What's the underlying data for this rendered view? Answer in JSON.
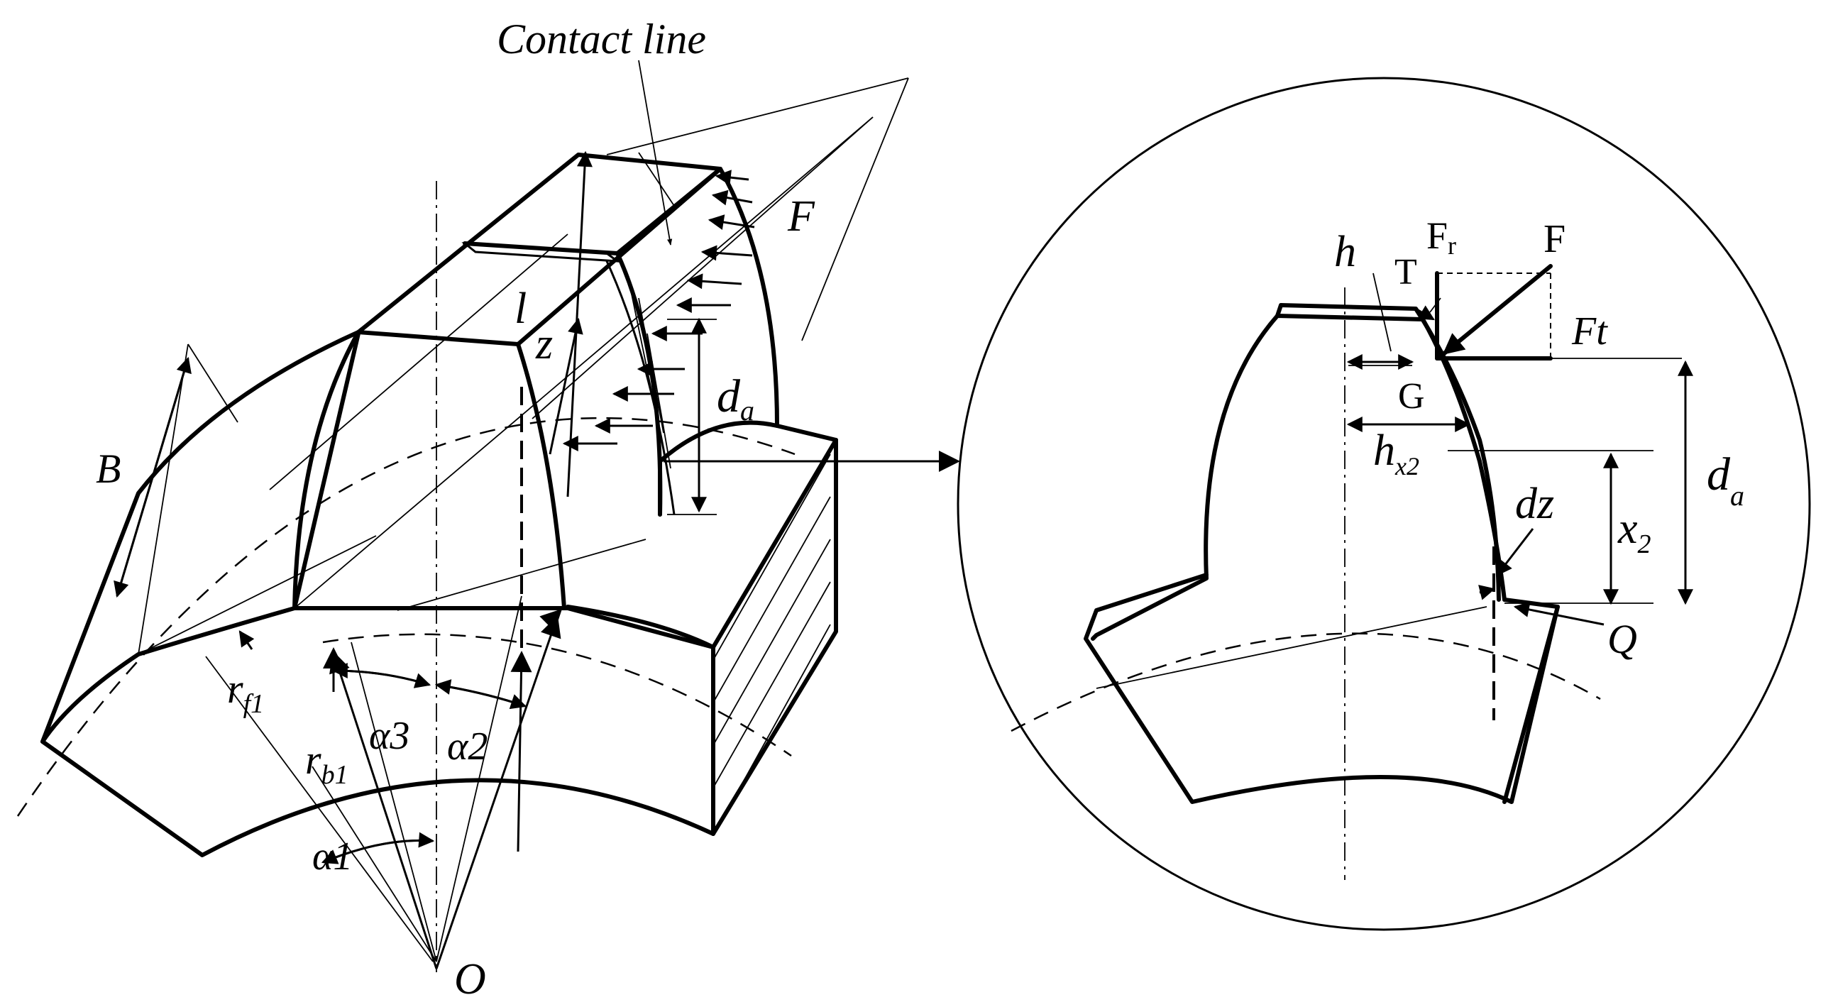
{
  "labels": {
    "contact_line": "Contact line",
    "F": "F",
    "l": "l",
    "z": "z",
    "d_a_main": "d",
    "d_a_main_sub": "a",
    "B": "B",
    "r_f1": "r",
    "r_f1_sub": "f1",
    "r_b1": "r",
    "r_b1_sub": "b1",
    "alpha1": "α1",
    "alpha2": "α2",
    "alpha3": "α3",
    "O": "O",
    "h": "h",
    "T": "T",
    "Fr": "F",
    "Fr_sub": "r",
    "F_detail": "F",
    "Ft": "Ft",
    "G": "G",
    "h_x2": "h",
    "h_x2_sub": "x2",
    "d_a_detail": "d",
    "d_a_detail_sub": "a",
    "dz": "dz",
    "x2": "x",
    "x2_sub": "2",
    "Q": "Q"
  },
  "colors": {
    "line": "#000000",
    "background": "#ffffff"
  }
}
